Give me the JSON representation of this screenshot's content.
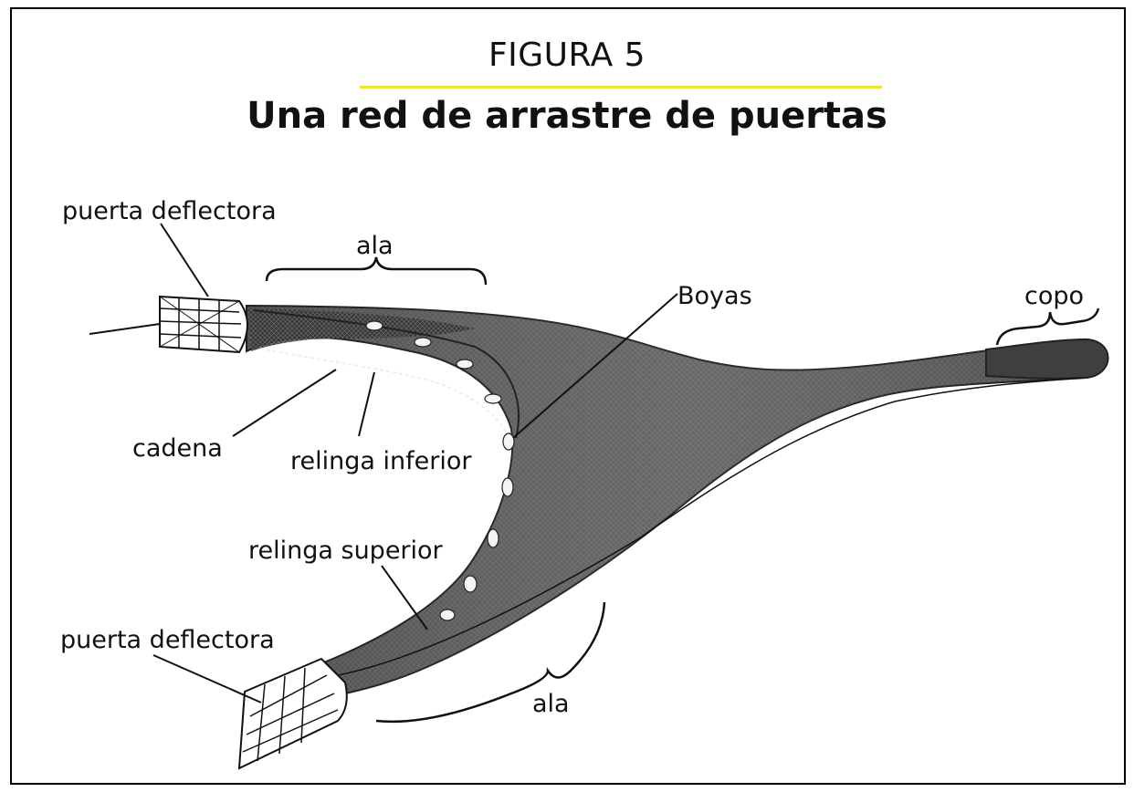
{
  "figure": {
    "label": "FIGURA 5",
    "title": "Una red de arrastre de puertas",
    "accent_color": "#f1e23a"
  },
  "labels": {
    "door_top": "puerta deflectora",
    "wing_top": "ala",
    "floats": "Boyas",
    "codend": "copo",
    "chain": "cadena",
    "footrope": "relinga inferior",
    "headrope": "relinga superior",
    "door_bottom": "puerta deflectora",
    "wing_bottom": "ala"
  }
}
